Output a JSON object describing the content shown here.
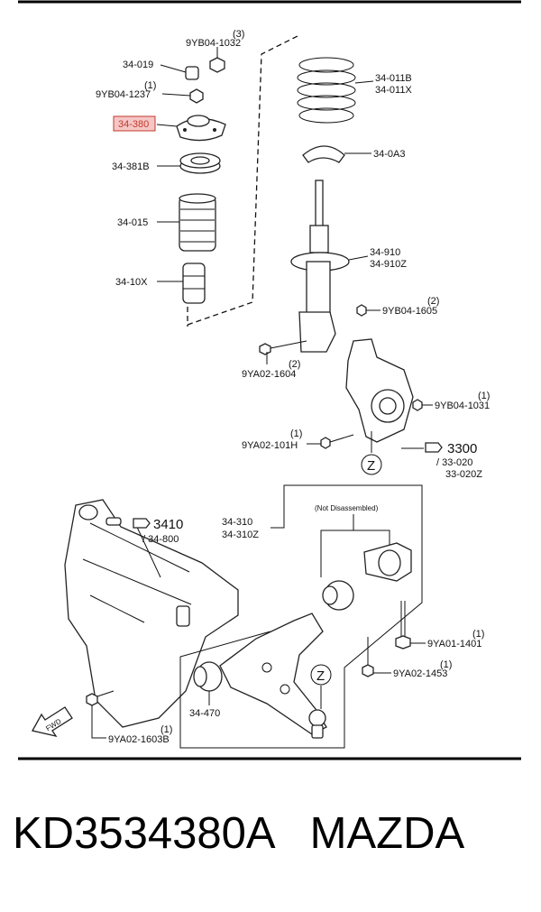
{
  "diagram": {
    "labels": {
      "qty_9yb04_1032": "(3)",
      "c_9yb04_1032": "9YB04-1032",
      "c_34_019": "34-019",
      "qty_9yb04_1237": "(1)",
      "c_9yb04_1237": "9YB04-1237",
      "c_34_380": "34-380",
      "c_34_381b": "34-381B",
      "c_34_015": "34-015",
      "c_34_10x": "34-10X",
      "c_34_011b": "34-011B",
      "c_34_011x": "34-011X",
      "c_34_0a3": "34-0A3",
      "c_34_910": "34-910",
      "c_34_910z": "34-910Z",
      "qty_9yb04_1605": "(2)",
      "c_9yb04_1605": "9YB04-1605",
      "qty_9ya02_1604": "(2)",
      "c_9ya02_1604": "9YA02-1604",
      "qty_9yb04_1031": "(1)",
      "c_9yb04_1031": "9YB04-1031",
      "qty_9ya02_101h": "(1)",
      "c_9ya02_101h": "9YA02-101H",
      "ref_3300": "3300",
      "c_33_020": "/ 33-020",
      "c_33_020z": "33-020Z",
      "z_mark_top": "Z",
      "ref_3410": "3410",
      "c_34_800": "/ 34-800",
      "c_34_310": "34-310",
      "c_34_310z": "34-310Z",
      "not_disassembled": "(Not Disassembled)",
      "qty_9ya01_1401": "(1)",
      "c_9ya01_1401": "9YA01-1401",
      "qty_9ya02_1453": "(1)",
      "c_9ya02_1453": "9YA02-1453",
      "z_mark_bottom": "Z",
      "c_34_470": "34-470",
      "qty_9ya02_1603b": "(1)",
      "c_9ya02_1603b": "9YA02-1603B",
      "fwd": "FWD"
    }
  },
  "footer": {
    "part_number_line": "KD3534380A   MAZDA"
  },
  "colors": {
    "highlight": "#c0392b",
    "highlight_fill": "#f6c6c6"
  }
}
